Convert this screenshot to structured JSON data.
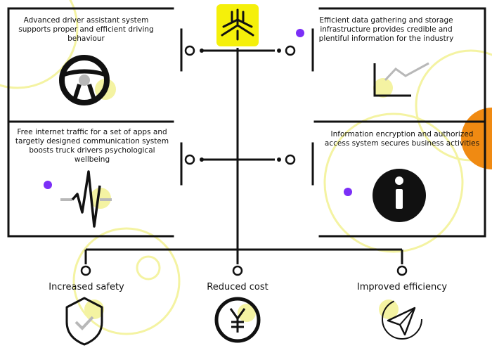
{
  "panels": {
    "top_left": {
      "text": "Advanced driver assistant system supports proper and efficient driving behaviour",
      "icon": "steering-wheel-icon"
    },
    "top_right": {
      "text": "Efficient data gathering and storage infrastructure provides credible and plentiful information for the industry",
      "icon": "line-chart-icon"
    },
    "bottom_left": {
      "text": "Free internet traffic for a set of apps and targetly designed communication system boosts truck drivers psychological wellbeing",
      "icon": "heartbeat-icon"
    },
    "bottom_right": {
      "text": "Information encryption and authorized access system secures business activities",
      "icon": "info-icon"
    }
  },
  "outcomes": [
    {
      "label": "Increased safety",
      "icon": "shield-check-icon"
    },
    {
      "label": "Reduced cost",
      "icon": "yen-coin-icon"
    },
    {
      "label": "Improved efficiency",
      "icon": "paper-plane-icon"
    }
  ],
  "colors": {
    "accent_yellow": "#f5f00a",
    "pale_yellow": "#f4f3a2",
    "purple": "#7b2ff7",
    "orange": "#f08a12",
    "stroke": "#111111"
  },
  "center_icon": "logo-icon"
}
